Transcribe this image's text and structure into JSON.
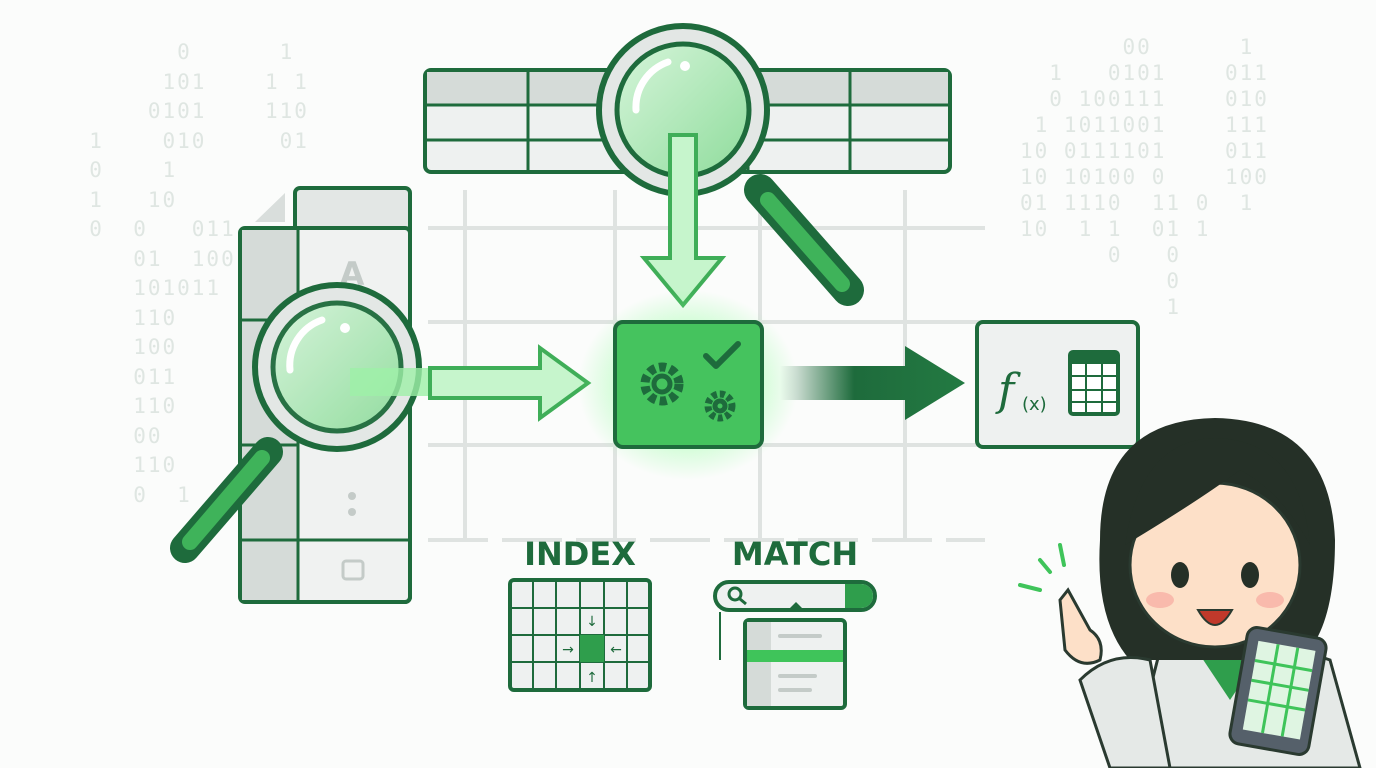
{
  "background_binary": {
    "left": [
      "        0      1",
      "       101    1 1",
      "      0101    110",
      "  1    010     01",
      "  0    1",
      "  1   10",
      "  0  0   011",
      "     01  100",
      "     101011",
      "     110",
      "     100",
      "     011",
      "     110",
      "     00",
      "     110",
      "     0  1"
    ],
    "right": [
      "       00      1",
      "  1   0101    011",
      "  0 100111    010",
      " 1 1011001    111",
      "10 0111101    011",
      "10 10100 0    100",
      "01 1110  11 0  1",
      "10  1 1  01 1",
      "      0   0",
      "          0",
      "          1"
    ]
  },
  "column_header_label": "A",
  "labels": {
    "index": "INDEX",
    "match": "MATCH"
  },
  "function_box": {
    "f": "f",
    "x": "(x)"
  },
  "colors": {
    "dark_green": "#1e6b3c",
    "bright_green": "#3fc45a",
    "light_green": "#bff0c6",
    "gray": "#d5dbd8"
  },
  "icons": [
    "magnifier-icon",
    "gear-icon",
    "check-icon",
    "function-icon",
    "spreadsheet-icon",
    "search-icon",
    "arrow-icon",
    "tablet-icon"
  ]
}
